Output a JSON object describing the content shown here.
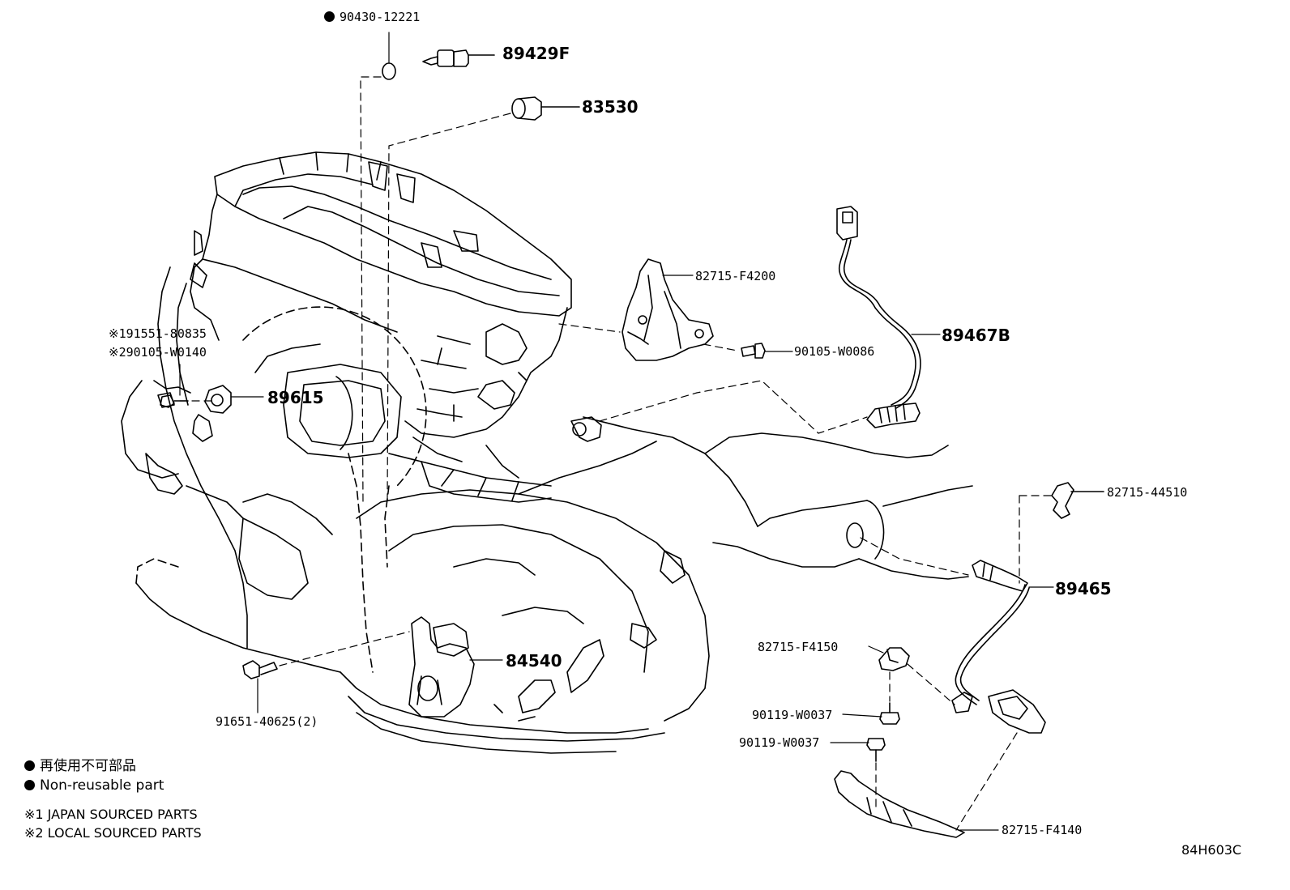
{
  "parts": {
    "p90430": "90430-12221",
    "p89429F": "89429F",
    "p83530": "83530",
    "p82715_F4200": "82715-F4200",
    "p89467B": "89467B",
    "p90105_W0086": "90105-W0086",
    "p91551": "91551-80835",
    "p90105_W0140": "90105-W0140",
    "p89615": "89615",
    "p82715_44510": "82715-44510",
    "p89465": "89465",
    "p82715_F4150": "82715-F4150",
    "p84540": "84540",
    "p90119_a": "90119-W0037",
    "p90119_b": "90119-W0037",
    "p91651": "91651-40625(2)",
    "p82715_F4140": "82715-F4140"
  },
  "marks": {
    "ref1": "※1",
    "ref2": "※2"
  },
  "legend": {
    "nonreusable_jp": "再使用不可部品",
    "nonreusable_en": "Non-reusable part",
    "note1": "※1 JAPAN SOURCED PARTS",
    "note2": "※2 LOCAL SOURCED PARTS"
  },
  "figure_code": "84H603C"
}
